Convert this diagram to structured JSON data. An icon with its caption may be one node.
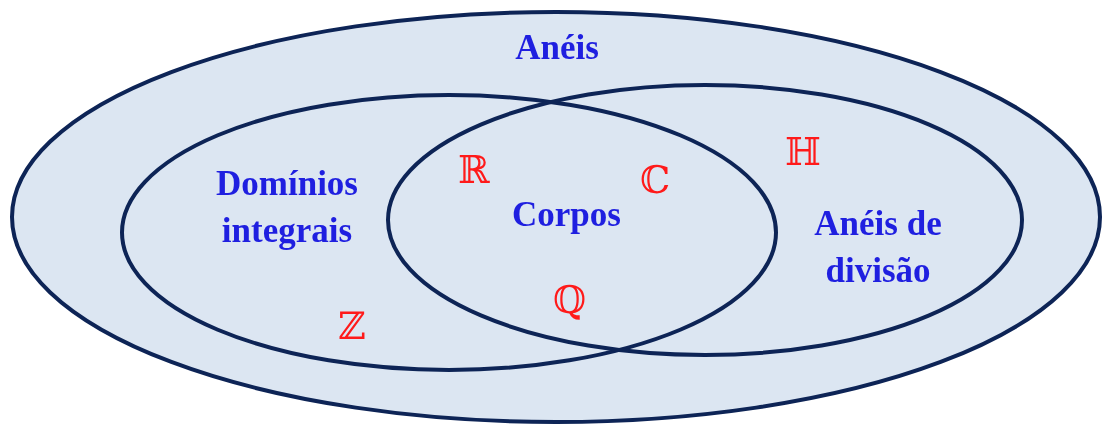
{
  "diagram": {
    "nodes": [
      {
        "text": [
          "Anéis"
        ]
      },
      {
        "text": [
          "Domínios integrais"
        ],
        "in": 0
      },
      {
        "text": [
          "Anéis de divisão"
        ],
        "in": 0
      }
    ],
    "labels": [
      "ℍ",
      "ℝ",
      "ℂ",
      "Corpos",
      "ℚ",
      "ℤ"
    ]
  }
}
